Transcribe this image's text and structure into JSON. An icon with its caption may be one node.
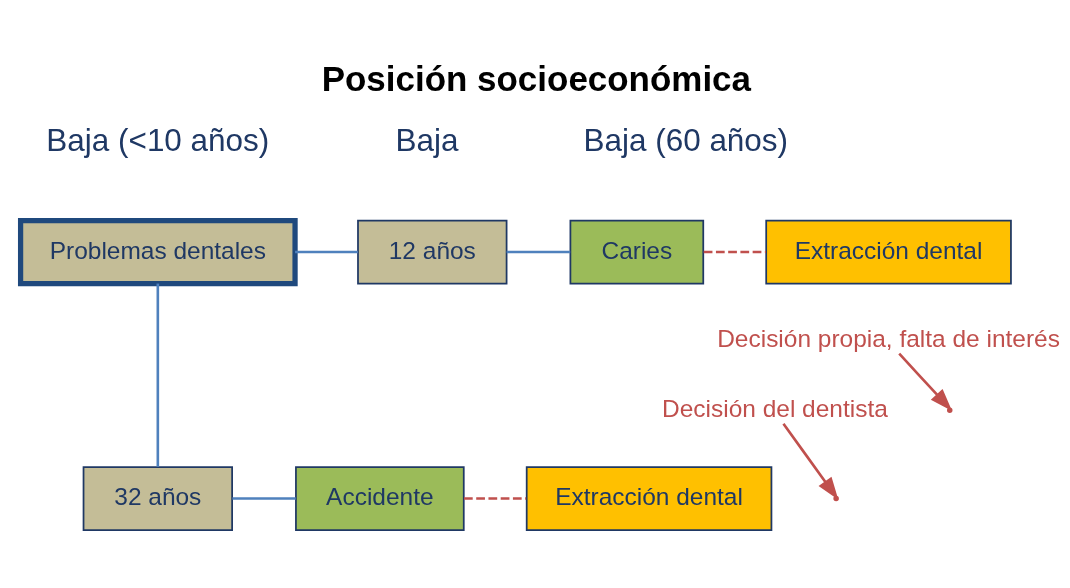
{
  "diagram": {
    "title": "Posición socioeconómica",
    "nodes": [
      {
        "text": [
          "Problemas dentales"
        ]
      },
      {
        "text": [
          "12 años"
        ]
      },
      {
        "text": [
          "Caries"
        ]
      },
      {
        "text": [
          "Extracción dental"
        ]
      },
      {
        "text": [
          "32 años"
        ]
      },
      {
        "text": [
          "Accidente"
        ]
      },
      {
        "text": [
          "Extracción dental"
        ]
      },
      {
        "text": [
          "Decisión propia, falta de interés"
        ]
      },
      {
        "text": [
          "Decisión del dentista"
        ]
      }
    ],
    "edges": [
      {
        "from": 0,
        "to": 1,
        "arrow": "none"
      },
      {
        "from": 1,
        "to": 2,
        "arrow": "none"
      },
      {
        "from": 2,
        "to": 3,
        "arrow": "none",
        "style": "dashed",
        "color": "#c0504d"
      },
      {
        "from": 0,
        "to": 4,
        "arrow": "none"
      },
      {
        "from": 4,
        "to": 5,
        "arrow": "none"
      },
      {
        "from": 5,
        "to": 6,
        "arrow": "none",
        "style": "dashed",
        "color": "#c0504d"
      },
      {
        "from": 7,
        "to": null,
        "arrow": "to",
        "color": "#c0504d"
      },
      {
        "from": 8,
        "to": null,
        "arrow": "to",
        "color": "#c0504d"
      }
    ],
    "labels": [
      "Baja (<10 años)",
      "Baja",
      "Baja (60 años)"
    ]
  }
}
